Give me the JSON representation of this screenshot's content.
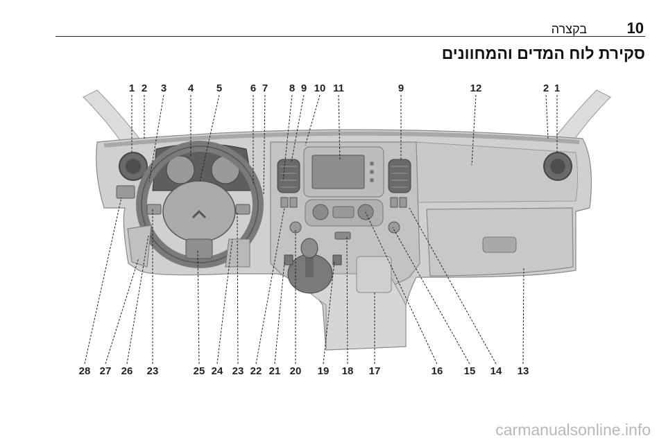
{
  "header": {
    "page_number": "10",
    "section": "בקצרה"
  },
  "title": "סקירת לוח המדים והמחוונים",
  "callouts_top": [
    "1",
    "2",
    "3",
    "4",
    "5",
    "6",
    "7",
    "8",
    "9",
    "10",
    "11",
    "9",
    "12",
    "2",
    "1"
  ],
  "callouts_bottom": [
    "28",
    "27",
    "26",
    "23",
    "25",
    "24",
    "23",
    "22",
    "21",
    "20",
    "19",
    "18",
    "17",
    "16",
    "15",
    "14",
    "13"
  ],
  "watermark": "carmanualsonline.info"
}
